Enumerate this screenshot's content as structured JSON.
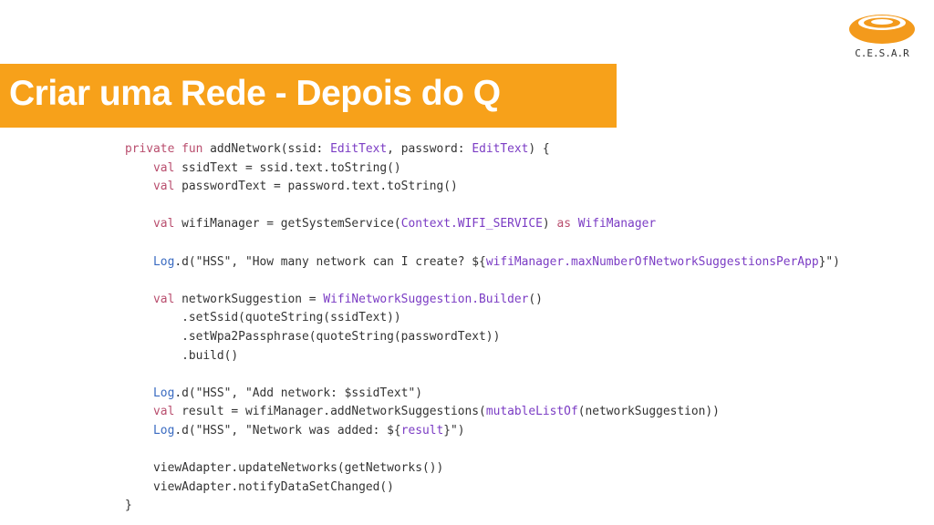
{
  "slide": {
    "title": "Criar uma Rede - Depois do Q",
    "logo_text": "C.E.S.A.R"
  },
  "colors": {
    "accent": "#f7a11a",
    "logo_orange": "#f39a1c",
    "keyword": "#b94e6e",
    "type": "#7b3cc4",
    "log": "#3a6bc1",
    "text": "#333333"
  },
  "code_lines": [
    [
      {
        "t": "kw",
        "v": "private fun "
      },
      {
        "t": "fn",
        "v": "addNetwork(ssid: "
      },
      {
        "t": "ty",
        "v": "EditText"
      },
      {
        "t": "fn",
        "v": ", password: "
      },
      {
        "t": "ty",
        "v": "EditText"
      },
      {
        "t": "fn",
        "v": ") {"
      }
    ],
    [
      {
        "t": "fn",
        "v": "    "
      },
      {
        "t": "kw",
        "v": "val "
      },
      {
        "t": "fn",
        "v": "ssidText = ssid.text.toString()"
      }
    ],
    [
      {
        "t": "fn",
        "v": "    "
      },
      {
        "t": "kw",
        "v": "val "
      },
      {
        "t": "fn",
        "v": "passwordText = password.text.toString()"
      }
    ],
    [],
    [
      {
        "t": "fn",
        "v": "    "
      },
      {
        "t": "kw",
        "v": "val "
      },
      {
        "t": "fn",
        "v": "wifiManager = getSystemService("
      },
      {
        "t": "ty",
        "v": "Context.WIFI_SERVICE"
      },
      {
        "t": "fn",
        "v": ") "
      },
      {
        "t": "kw",
        "v": "as "
      },
      {
        "t": "ty",
        "v": "WifiManager"
      }
    ],
    [],
    [
      {
        "t": "fn",
        "v": "    "
      },
      {
        "t": "lg",
        "v": "Log"
      },
      {
        "t": "fn",
        "v": ".d(\"HSS\", \"How many network can I create? ${"
      },
      {
        "t": "ty",
        "v": "wifiManager.maxNumberOfNetworkSuggestionsPerApp"
      },
      {
        "t": "fn",
        "v": "}\")"
      }
    ],
    [],
    [
      {
        "t": "fn",
        "v": "    "
      },
      {
        "t": "kw",
        "v": "val "
      },
      {
        "t": "fn",
        "v": "networkSuggestion = "
      },
      {
        "t": "ty",
        "v": "WifiNetworkSuggestion.Builder"
      },
      {
        "t": "fn",
        "v": "()"
      }
    ],
    [
      {
        "t": "fn",
        "v": "        .setSsid(quoteString(ssidText))"
      }
    ],
    [
      {
        "t": "fn",
        "v": "        .setWpa2Passphrase(quoteString(passwordText))"
      }
    ],
    [
      {
        "t": "fn",
        "v": "        .build()"
      }
    ],
    [],
    [
      {
        "t": "fn",
        "v": "    "
      },
      {
        "t": "lg",
        "v": "Log"
      },
      {
        "t": "fn",
        "v": ".d(\"HSS\", \"Add network: $ssidText\")"
      }
    ],
    [
      {
        "t": "fn",
        "v": "    "
      },
      {
        "t": "kw",
        "v": "val "
      },
      {
        "t": "fn",
        "v": "result = wifiManager.addNetworkSuggestions("
      },
      {
        "t": "ty",
        "v": "mutableListOf"
      },
      {
        "t": "fn",
        "v": "(networkSuggestion))"
      }
    ],
    [
      {
        "t": "fn",
        "v": "    "
      },
      {
        "t": "lg",
        "v": "Log"
      },
      {
        "t": "fn",
        "v": ".d(\"HSS\", \"Network was added: ${"
      },
      {
        "t": "ty",
        "v": "result"
      },
      {
        "t": "fn",
        "v": "}\")"
      }
    ],
    [],
    [
      {
        "t": "fn",
        "v": "    viewAdapter.updateNetworks(getNetworks())"
      }
    ],
    [
      {
        "t": "fn",
        "v": "    viewAdapter.notifyDataSetChanged()"
      }
    ],
    [
      {
        "t": "fn",
        "v": "}"
      }
    ]
  ]
}
